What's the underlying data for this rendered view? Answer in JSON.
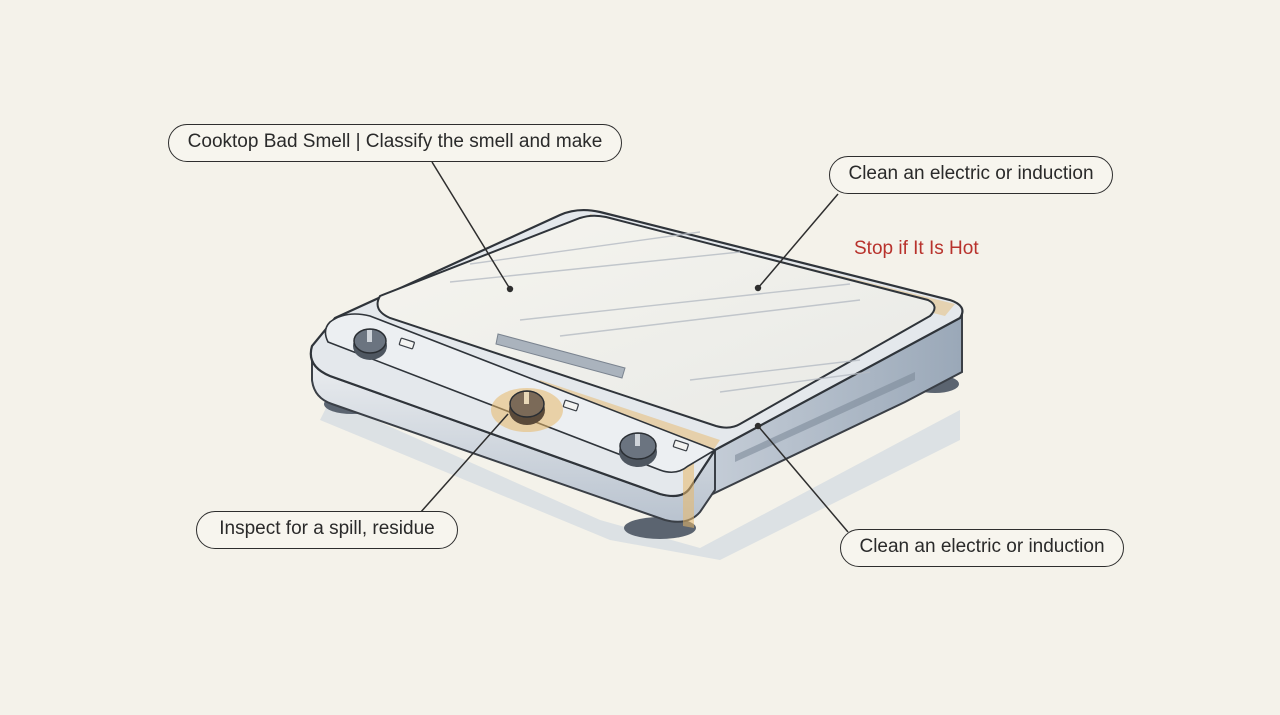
{
  "callouts": {
    "title": "Cooktop Bad Smell | Classify the smell and make",
    "top_right": "Clean an electric or induction",
    "bottom_left": "Inspect for a spill, residue",
    "bottom_right": "Clean an electric or induction"
  },
  "warning": {
    "text": "Stop if It Is Hot",
    "color": "#b8322c"
  },
  "colors": {
    "background": "#f4f2ea",
    "outline": "#2e2e2e",
    "highlight": "#e7b86a",
    "steel": "#c9d1db"
  }
}
